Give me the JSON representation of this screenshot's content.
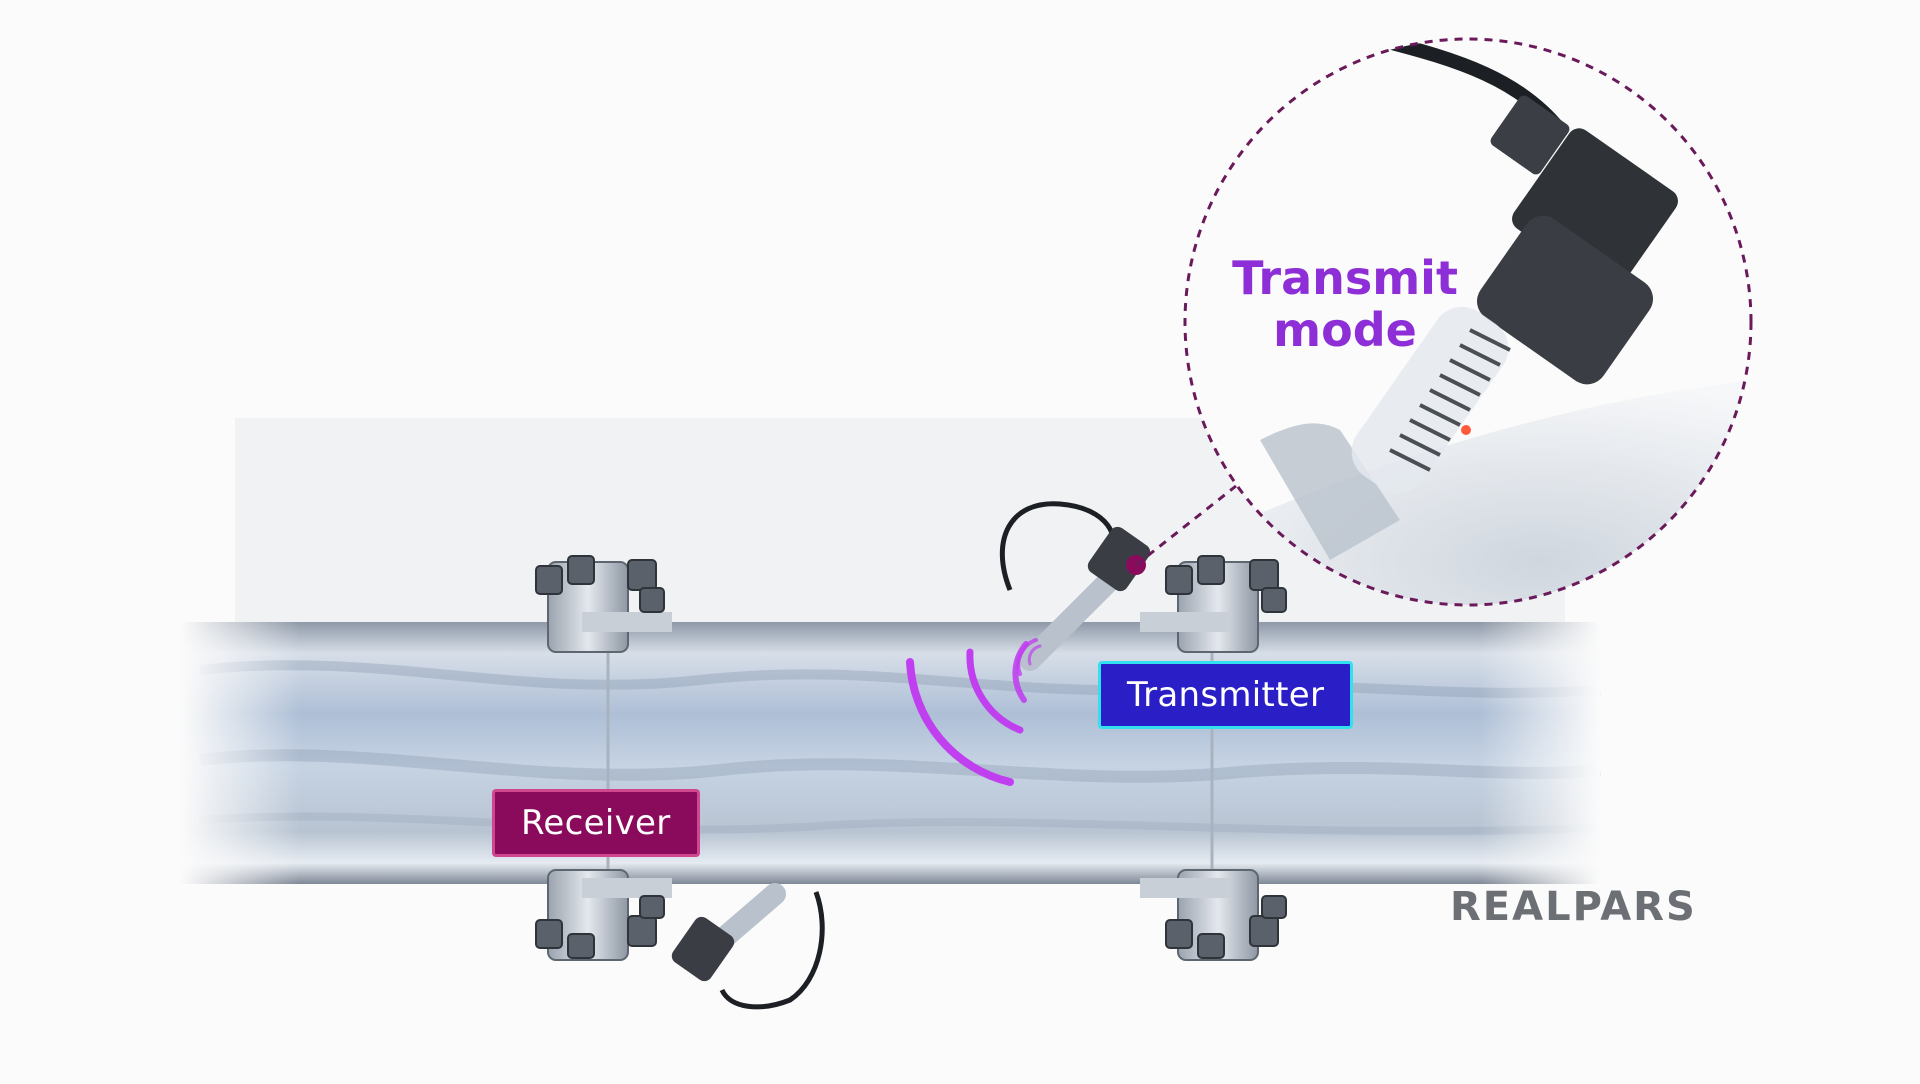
{
  "labels": {
    "receiver": "Receiver",
    "transmitter": "Transmitter"
  },
  "zoom_inset": {
    "title_line1": "Transmit",
    "title_line2": "mode"
  },
  "brand": {
    "logo_text": "REALPARS"
  },
  "colors": {
    "receiver_fill": "#8a0b5c",
    "receiver_border": "#d0478f",
    "transmitter_fill": "#2a1fc6",
    "transmitter_border": "#33e0f0",
    "signal_wave": "#c040f0",
    "zoom_outline": "#6a1a5a",
    "zoom_title": "#8d2ed6"
  }
}
